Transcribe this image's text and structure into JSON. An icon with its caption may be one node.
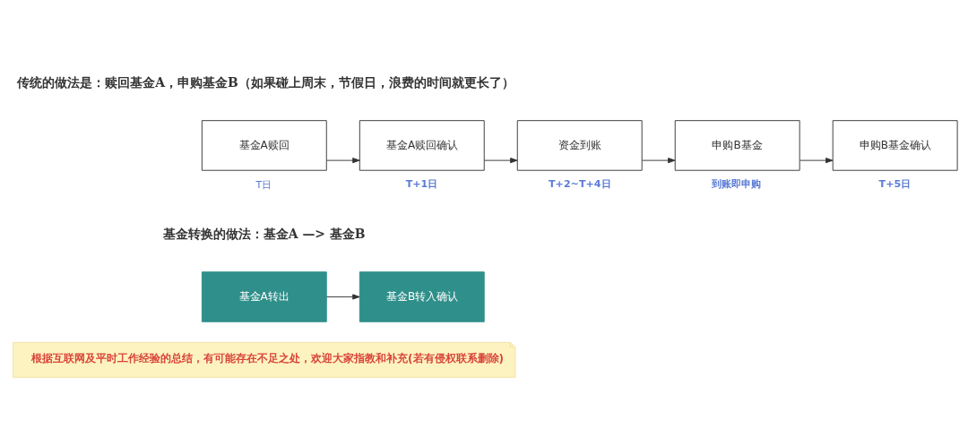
{
  "diagram": {
    "nodes": [
      {
        "text": [
          "基金A赎回"
        ],
        "beside": [
          "T日"
        ]
      },
      {
        "text": [
          "基金A赎回确认"
        ],
        "beside": [
          "T+1日"
        ]
      },
      {
        "text": [
          "资金到账"
        ],
        "beside": [
          "T+2~T+4日"
        ]
      },
      {
        "text": [
          "申购B基金"
        ],
        "beside": [
          "到账即申购"
        ]
      },
      {
        "text": [
          "申购B基金确认"
        ],
        "beside": [
          "T+5日"
        ]
      },
      {
        "text": [
          "基金A转出"
        ]
      },
      {
        "text": [
          "基金B转入确认"
        ]
      },
      {
        "text": [
          "根据互联网及平时工作经验的总结，有可能存在不足之处，欢迎大家指教和补充(若有侵权联系删除)"
        ]
      }
    ],
    "edges": [
      {
        "from": 0,
        "to": 1,
        "arrow": "to"
      },
      {
        "from": 1,
        "to": 2,
        "arrow": "to"
      },
      {
        "from": 2,
        "to": 3,
        "arrow": "to"
      },
      {
        "from": 3,
        "to": 4,
        "arrow": "to"
      },
      {
        "from": 5,
        "to": 6,
        "arrow": "to"
      }
    ],
    "labels": [
      "传统的做法是：赎回基金A，申购基金B（如果碰上周末，节假日，浪费的时间就更长了）",
      "基金转换的做法：基金A —> 基金B"
    ]
  }
}
